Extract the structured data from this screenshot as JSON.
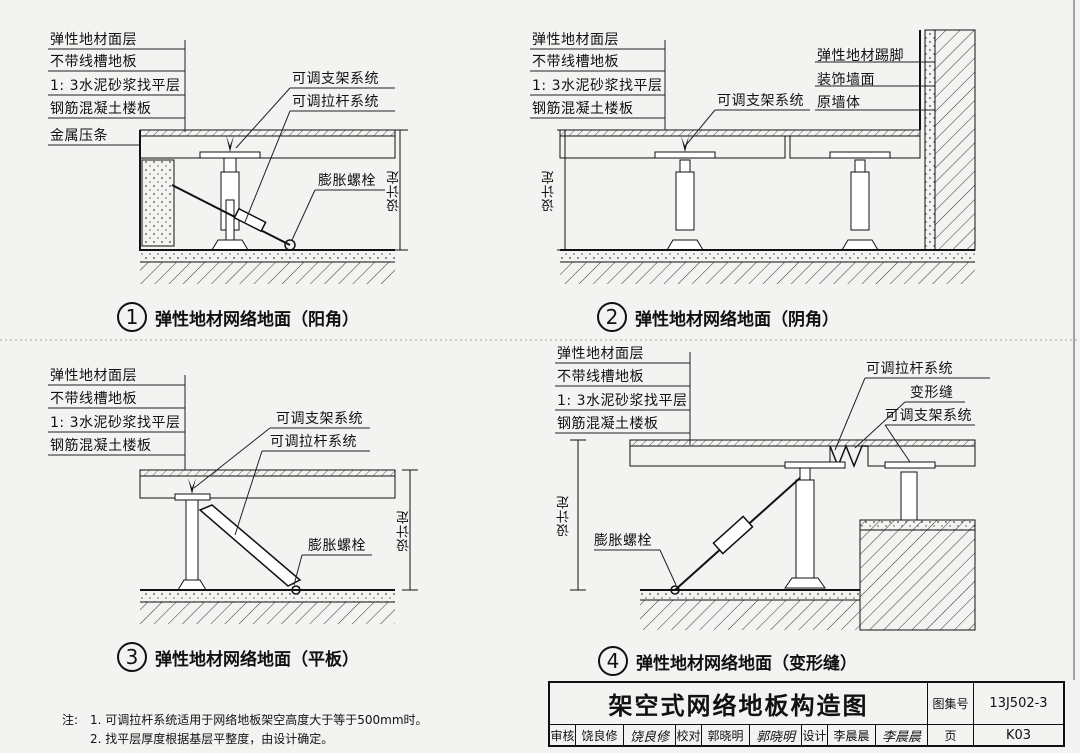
{
  "diagrams": [
    {
      "number": "1",
      "caption": "弹性地材网络地面（阳角）",
      "layers": [
        "弹性地材面层",
        "不带线槽地板",
        "1: 3水泥砂浆找平层",
        "钢筋混凝土楼板",
        "金属压条"
      ],
      "callouts": [
        "可调支架系统",
        "可调拉杆系统",
        "膨胀螺栓"
      ],
      "dimension": "设计定"
    },
    {
      "number": "2",
      "caption": "弹性地材网络地面（阴角）",
      "layers": [
        "弹性地材面层",
        "不带线槽地板",
        "1: 3水泥砂浆找平层",
        "钢筋混凝土楼板"
      ],
      "callouts": [
        "可调支架系统",
        "弹性地材踢脚",
        "装饰墙面",
        "原墙体"
      ],
      "dimension": "设计定"
    },
    {
      "number": "3",
      "caption": "弹性地材网络地面（平板）",
      "layers": [
        "弹性地材面层",
        "不带线槽地板",
        "1: 3水泥砂浆找平层",
        "钢筋混凝土楼板"
      ],
      "callouts": [
        "可调支架系统",
        "可调拉杆系统",
        "膨胀螺栓"
      ],
      "dimension": "设计定"
    },
    {
      "number": "4",
      "caption": "弹性地材网络地面（变形缝）",
      "layers": [
        "弹性地材面层",
        "不带线槽地板",
        "1: 3水泥砂浆找平层",
        "钢筋混凝土楼板"
      ],
      "callouts": [
        "可调拉杆系统",
        "变形缝",
        "可调支架系统",
        "膨胀螺栓"
      ],
      "dimension": "设计定"
    }
  ],
  "notes": {
    "prefix": "注:",
    "items": [
      "1. 可调拉杆系统适用于网络地板架空高度大于等于500mm时。",
      "2. 找平层厚度根据基层平整度，由设计确定。"
    ]
  },
  "title_block": {
    "title": "架空式网络地板构造图",
    "atlas_label": "图集号",
    "atlas_no": "13J502-3",
    "page_label": "页",
    "page_no": "K03",
    "review_label": "审核",
    "reviewer": "饶良修",
    "review_sig": "饶良修",
    "check_label": "校对",
    "checker": "郭晓明",
    "check_sig": "郭晓明",
    "design_label": "设计",
    "designer": "李晨晨",
    "design_sig": "李晨晨"
  }
}
